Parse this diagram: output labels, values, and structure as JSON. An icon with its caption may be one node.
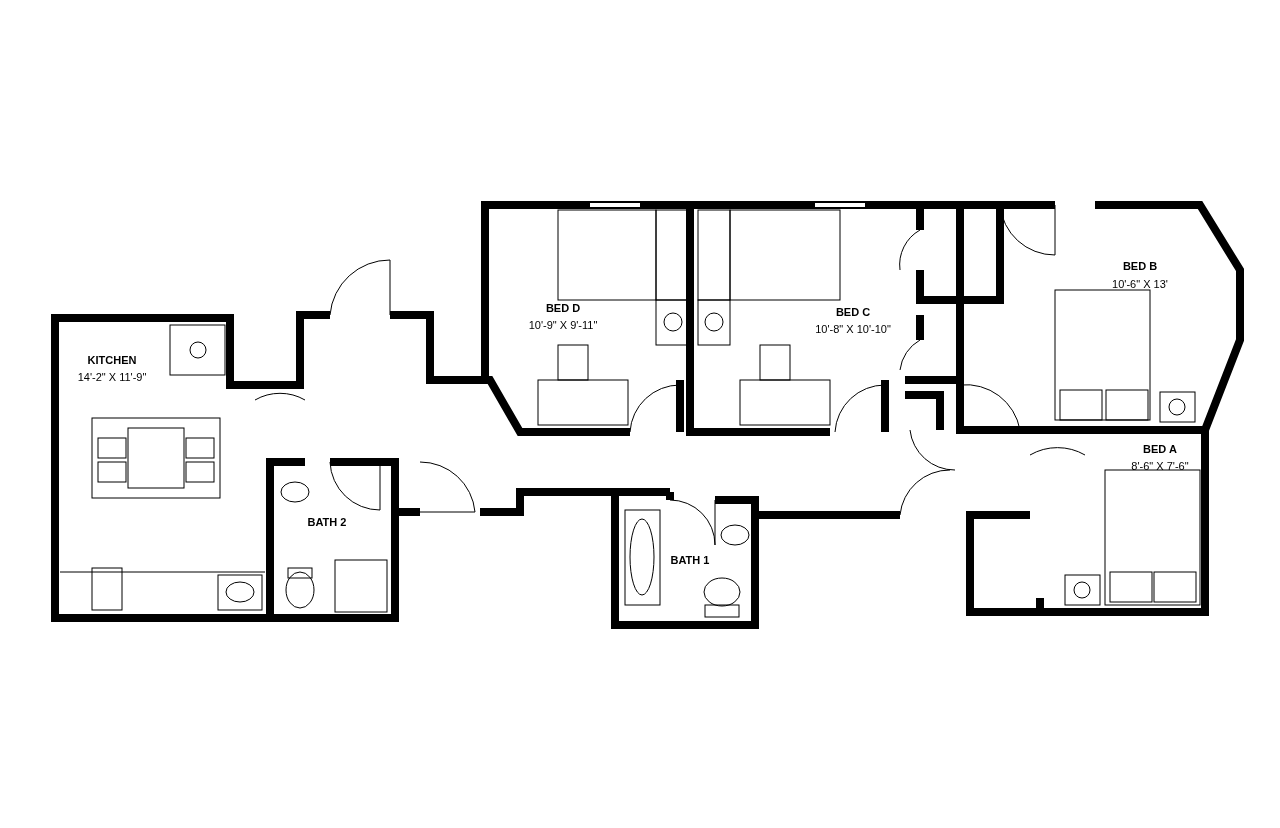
{
  "diagram": {
    "labels": [
      "KITCHEN",
      "14'-2\" X 11'-9\"",
      "BED D",
      "10'-9\" X 9'-11\"",
      "BED C",
      "10'-8\" X 10'-10\"",
      "BED B",
      "10'-6\" X 13'",
      "BATH 2",
      "BED A",
      "8'-6\" X 7'-6\"",
      "BATH 1"
    ]
  }
}
